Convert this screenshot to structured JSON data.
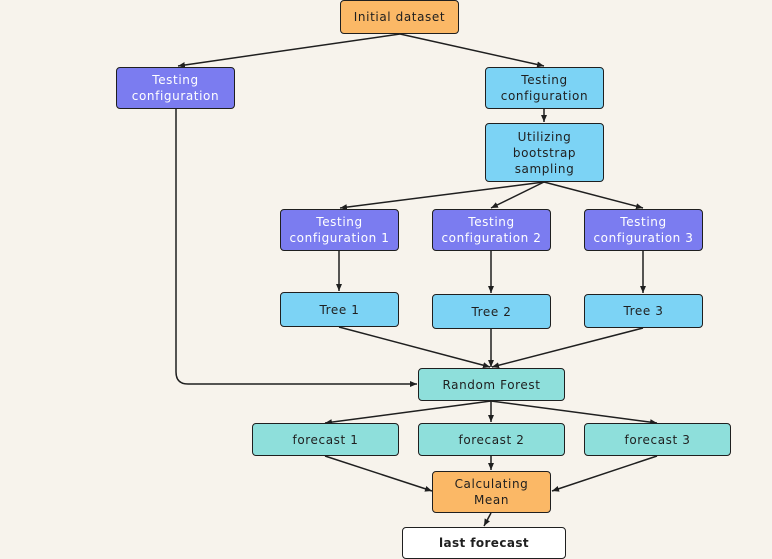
{
  "nodes": {
    "initial_dataset": "Initial dataset",
    "testing_config_left": "Testing\nconfiguration",
    "testing_config_right": "Testing\nconfiguration",
    "bootstrap": "Utilizing\nbootstrap\nsampling",
    "testing_config_1": "Testing\nconfiguration 1",
    "testing_config_2": "Testing\nconfiguration 2",
    "testing_config_3": "Testing\nconfiguration 3",
    "tree_1": "Tree 1",
    "tree_2": "Tree 2",
    "tree_3": "Tree 3",
    "random_forest": "Random Forest",
    "forecast_1": "forecast 1",
    "forecast_2": "forecast 2",
    "forecast_3": "forecast 3",
    "calculating_mean": "Calculating\nMean",
    "last_forecast": "last forecast"
  },
  "colors": {
    "background": "#f7f3ec",
    "config_purple": "#7b7cf0",
    "process_blue": "#7cd3f5",
    "forest_teal": "#8edfdb",
    "highlight_orange": "#fbb866",
    "result_white": "#ffffff",
    "stroke": "#1f1f1f"
  }
}
